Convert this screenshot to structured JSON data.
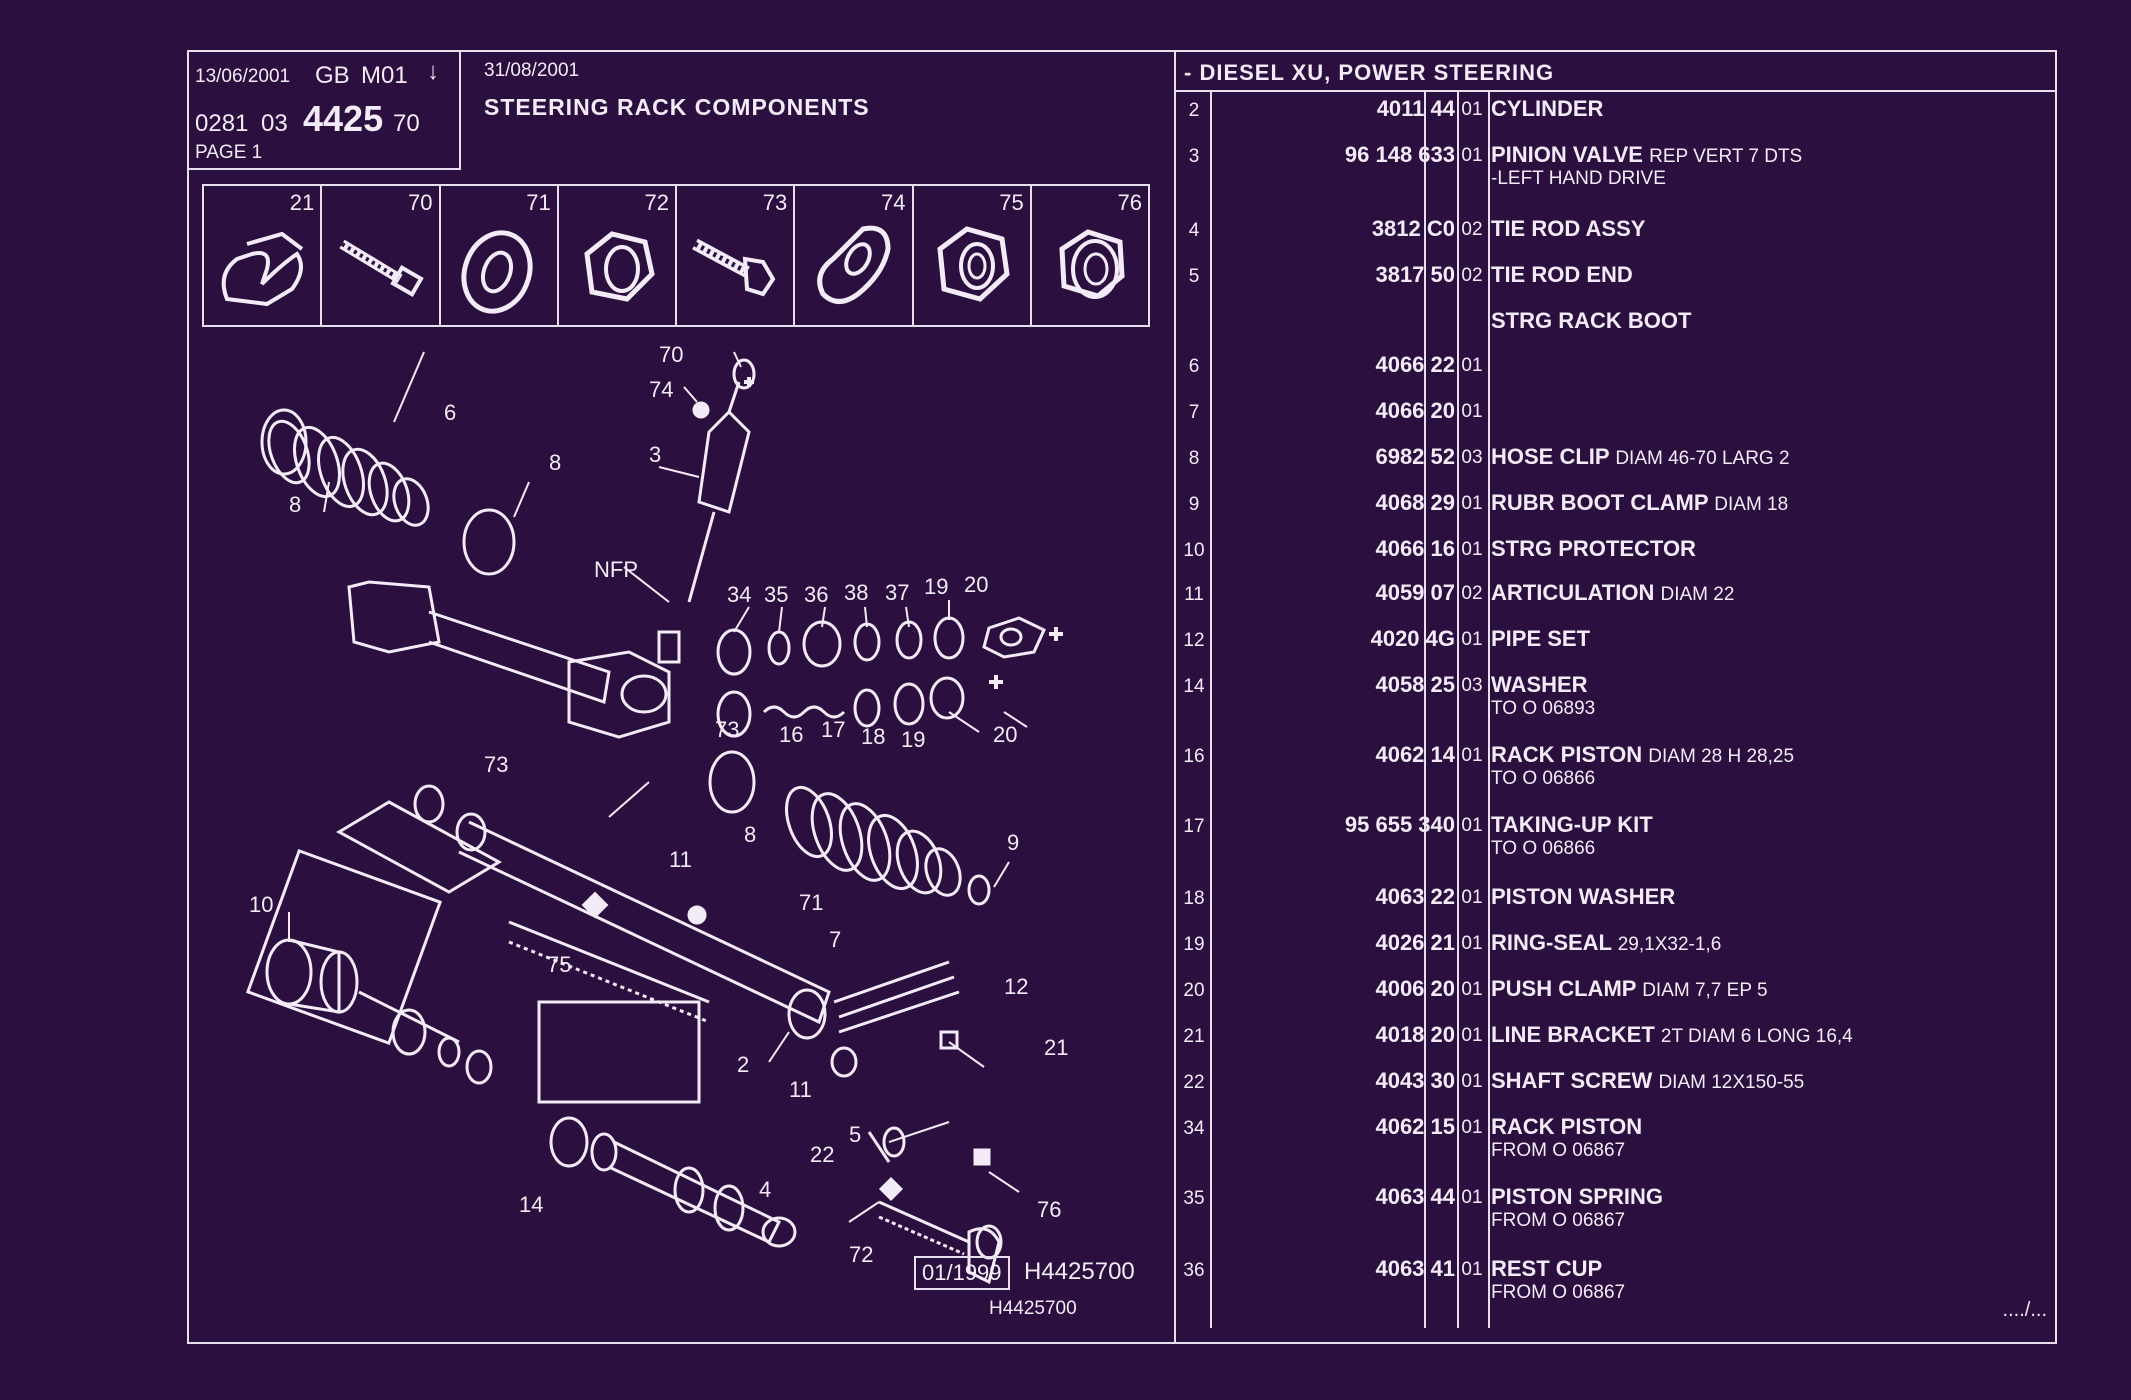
{
  "header": {
    "date1": "13/06/2001",
    "lang": "GB",
    "code": "M01",
    "arrow": "↓",
    "ref_a": "0281",
    "ref_b": "03",
    "ref_big": "4425",
    "ref_c": "70",
    "page": "PAGE 1",
    "date2": "31/08/2001",
    "title": "STEERING RACK COMPONENTS",
    "section": "- DIESEL XU, POWER STEERING"
  },
  "icons": [
    {
      "num": "21",
      "icon": "line-bracket-icon"
    },
    {
      "num": "70",
      "icon": "screw-icon"
    },
    {
      "num": "71",
      "icon": "washer-icon"
    },
    {
      "num": "72",
      "icon": "hex-nut-icon"
    },
    {
      "num": "73",
      "icon": "hex-bolt-icon"
    },
    {
      "num": "74",
      "icon": "shaped-washer-icon"
    },
    {
      "num": "75",
      "icon": "lock-nut-icon"
    },
    {
      "num": "76",
      "icon": "flange-nut-icon"
    }
  ],
  "diagram_labels": [
    {
      "t": "70"
    },
    {
      "t": "74"
    },
    {
      "t": "3"
    },
    {
      "t": "6"
    },
    {
      "t": "8"
    },
    {
      "t": "8"
    },
    {
      "t": "NFP"
    },
    {
      "t": "34"
    },
    {
      "t": "35"
    },
    {
      "t": "36"
    },
    {
      "t": "38"
    },
    {
      "t": "37"
    },
    {
      "t": "19"
    },
    {
      "t": "20"
    },
    {
      "t": "73"
    },
    {
      "t": "16"
    },
    {
      "t": "17"
    },
    {
      "t": "18"
    },
    {
      "t": "19"
    },
    {
      "t": "20"
    },
    {
      "t": "73"
    },
    {
      "t": "11"
    },
    {
      "t": "8"
    },
    {
      "t": "71"
    },
    {
      "t": "9"
    },
    {
      "t": "7"
    },
    {
      "t": "10"
    },
    {
      "t": "75"
    },
    {
      "t": "12"
    },
    {
      "t": "21"
    },
    {
      "t": "2"
    },
    {
      "t": "11"
    },
    {
      "t": "22"
    },
    {
      "t": "5"
    },
    {
      "t": "76"
    },
    {
      "t": "4"
    },
    {
      "t": "14"
    },
    {
      "t": "72"
    }
  ],
  "footer": {
    "date_box": "01/1999",
    "drawing_ref": "H4425700",
    "drawing_ref_small": "H4425700",
    "continued": "..../..."
  },
  "parts": [
    {
      "ref": "2",
      "pn": "4011 44",
      "qty": "01",
      "name": "CYLINDER",
      "spec": "",
      "sub": ""
    },
    {
      "ref": "3",
      "pn": "96 148 633",
      "qty": "01",
      "name": "PINION VALVE",
      "spec": "REP VERT 7 DTS",
      "sub": "-LEFT HAND DRIVE"
    },
    {
      "ref": "4",
      "pn": "3812 C0",
      "qty": "02",
      "name": "TIE ROD ASSY",
      "spec": "",
      "sub": ""
    },
    {
      "ref": "5",
      "pn": "3817 50",
      "qty": "02",
      "name": "TIE ROD END",
      "spec": "",
      "sub": ""
    },
    {
      "ref": "",
      "pn": "",
      "qty": "",
      "name": "STRG RACK BOOT",
      "spec": "",
      "sub": ""
    },
    {
      "ref": "6",
      "pn": "4066 22",
      "qty": "01",
      "name": "",
      "spec": "",
      "sub": ""
    },
    {
      "ref": "7",
      "pn": "4066 20",
      "qty": "01",
      "name": "",
      "spec": "",
      "sub": ""
    },
    {
      "ref": "8",
      "pn": "6982 52",
      "qty": "03",
      "name": "HOSE CLIP",
      "spec": "DIAM 46-70 LARG 2",
      "sub": ""
    },
    {
      "ref": "9",
      "pn": "4068 29",
      "qty": "01",
      "name": "RUBR BOOT CLAMP",
      "spec": "DIAM 18",
      "sub": ""
    },
    {
      "ref": "10",
      "pn": "4066 16",
      "qty": "01",
      "name": "STRG PROTECTOR",
      "spec": "",
      "sub": ""
    },
    {
      "ref": "11",
      "pn": "4059 07",
      "qty": "02",
      "name": "ARTICULATION",
      "spec": "DIAM 22",
      "sub": ""
    },
    {
      "ref": "12",
      "pn": "4020 4G",
      "qty": "01",
      "name": "PIPE SET",
      "spec": "",
      "sub": ""
    },
    {
      "ref": "14",
      "pn": "4058 25",
      "qty": "03",
      "name": "WASHER",
      "spec": "",
      "sub": "TO O 06893"
    },
    {
      "ref": "16",
      "pn": "4062 14",
      "qty": "01",
      "name": "RACK PISTON",
      "spec": "DIAM 28 H 28,25",
      "sub": "TO O 06866"
    },
    {
      "ref": "17",
      "pn": "95 655 340",
      "qty": "01",
      "name": "TAKING-UP KIT",
      "spec": "",
      "sub": "TO O 06866"
    },
    {
      "ref": "18",
      "pn": "4063 22",
      "qty": "01",
      "name": "PISTON WASHER",
      "spec": "",
      "sub": ""
    },
    {
      "ref": "19",
      "pn": "4026 21",
      "qty": "01",
      "name": "RING-SEAL",
      "spec": "29,1X32-1,6",
      "sub": ""
    },
    {
      "ref": "20",
      "pn": "4006 20",
      "qty": "01",
      "name": "PUSH CLAMP",
      "spec": "DIAM 7,7 EP 5",
      "sub": ""
    },
    {
      "ref": "21",
      "pn": "4018 20",
      "qty": "01",
      "name": "LINE BRACKET",
      "spec": "2T DIAM 6 LONG 16,4",
      "sub": ""
    },
    {
      "ref": "22",
      "pn": "4043 30",
      "qty": "01",
      "name": "SHAFT SCREW",
      "spec": "DIAM 12X150-55",
      "sub": ""
    },
    {
      "ref": "34",
      "pn": "4062 15",
      "qty": "01",
      "name": "RACK PISTON",
      "spec": "",
      "sub": "FROM O 06867"
    },
    {
      "ref": "35",
      "pn": "4063 44",
      "qty": "01",
      "name": "PISTON SPRING",
      "spec": "",
      "sub": "FROM O 06867"
    },
    {
      "ref": "36",
      "pn": "4063 41",
      "qty": "01",
      "name": "REST CUP",
      "spec": "",
      "sub": "FROM O 06867"
    }
  ]
}
